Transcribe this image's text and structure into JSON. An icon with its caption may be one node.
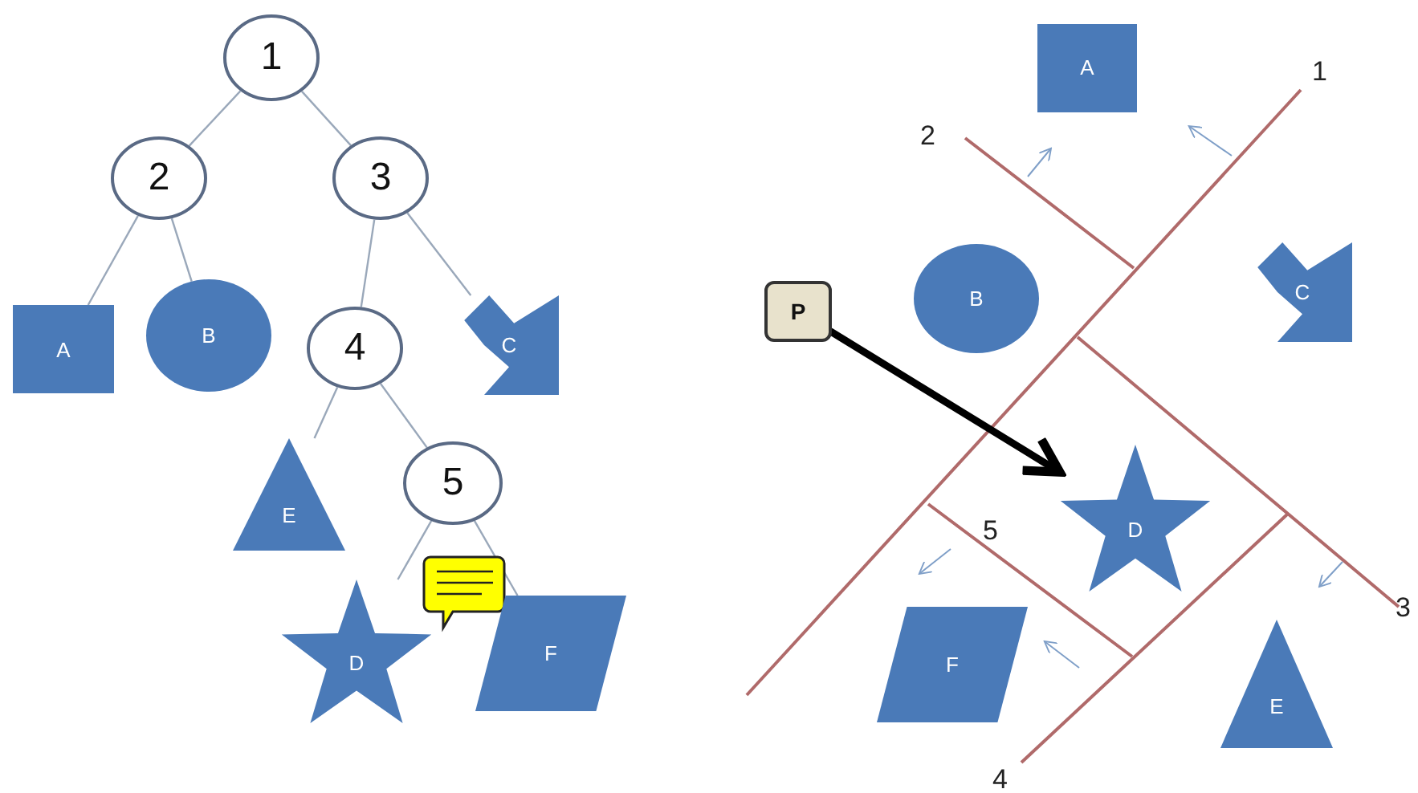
{
  "diagram": {
    "nodes": [
      {
        "text": [
          "1"
        ]
      },
      {
        "text": [
          "2"
        ]
      },
      {
        "text": [
          "3"
        ]
      },
      {
        "text": [
          "A"
        ]
      },
      {
        "text": [
          "B"
        ]
      },
      {
        "text": [
          "4"
        ]
      },
      {
        "text": [
          "C"
        ]
      },
      {
        "text": [
          "E"
        ]
      },
      {
        "text": [
          "5"
        ]
      },
      {
        "text": [
          "D"
        ]
      },
      {
        "text": [
          "F"
        ]
      },
      {
        "text": [
          "A"
        ]
      },
      {
        "text": [
          "B"
        ]
      },
      {
        "text": [
          "C"
        ]
      },
      {
        "text": [
          "P"
        ]
      },
      {
        "text": [
          "D"
        ]
      },
      {
        "text": [
          "F"
        ]
      },
      {
        "text": [
          "E"
        ]
      }
    ],
    "edges": [
      {
        "from": 0,
        "to": 1,
        "arrow": "none"
      },
      {
        "from": 0,
        "to": 2,
        "arrow": "none"
      },
      {
        "from": 1,
        "to": 3,
        "arrow": "none"
      },
      {
        "from": 1,
        "to": 4,
        "arrow": "none"
      },
      {
        "from": 2,
        "to": 5,
        "arrow": "none"
      },
      {
        "from": 2,
        "to": 6,
        "arrow": "none"
      },
      {
        "from": 5,
        "to": 7,
        "arrow": "none"
      },
      {
        "from": 5,
        "to": 8,
        "arrow": "none"
      },
      {
        "from": 8,
        "to": 9,
        "arrow": "none"
      },
      {
        "from": 8,
        "to": 10,
        "arrow": "none"
      },
      {
        "from": 14,
        "to": 15,
        "arrow": "to",
        "style": "thick",
        "color": "#000000"
      }
    ],
    "labels": [
      "1",
      "2",
      "5",
      "3",
      "4"
    ]
  }
}
